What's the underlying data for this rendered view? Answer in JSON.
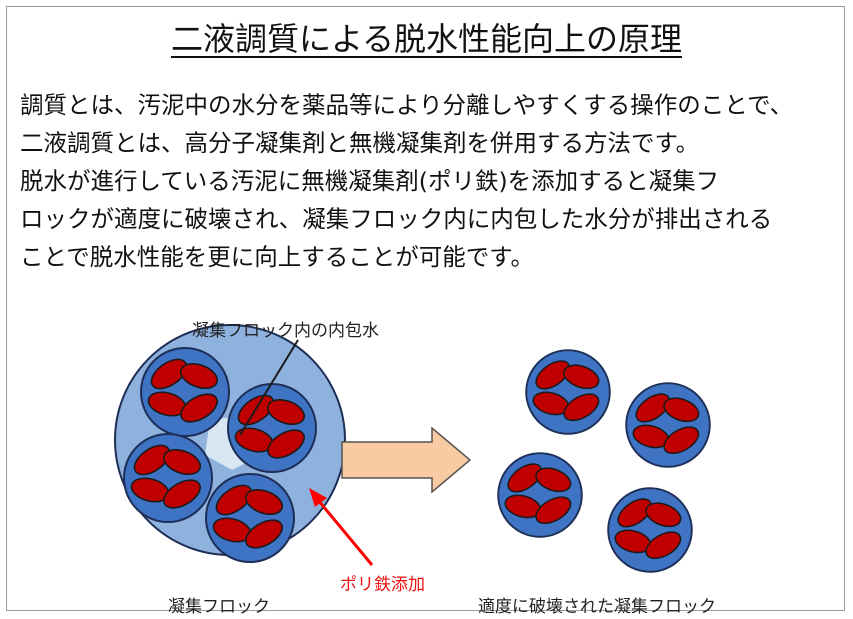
{
  "title": "二液調質による脱水性能向上の原理",
  "paragraph": [
    "調質とは、汚泥中の水分を薬品等により分離しやすくする操作のことで、",
    "二液調質とは、高分子凝集剤と無機凝集剤を併用する方法です。",
    "脱水が進行している汚泥に無機凝集剤(ポリ鉄)を添加すると凝集フ",
    "ロックが適度に破壊され、凝集フロック内に内包した水分が排出される",
    "ことで脱水性能を更に向上することが可能です。"
  ],
  "diagram": {
    "label_inner_water": "凝集フロック内の内包水",
    "label_polyiron": "ポリ鉄添加",
    "label_floc": "凝集フロック",
    "label_broken_floc": "適度に破壊された凝集フロック",
    "colors": {
      "outer_floc": "#8fb1dd",
      "sub_floc": "#3f73c4",
      "particle": "#c00000",
      "inner_water": "#d8e7f3",
      "arrow_fill": "#f8cba3",
      "arrow_stroke": "#555555",
      "polyiron_arrow": "#ff0000"
    }
  }
}
